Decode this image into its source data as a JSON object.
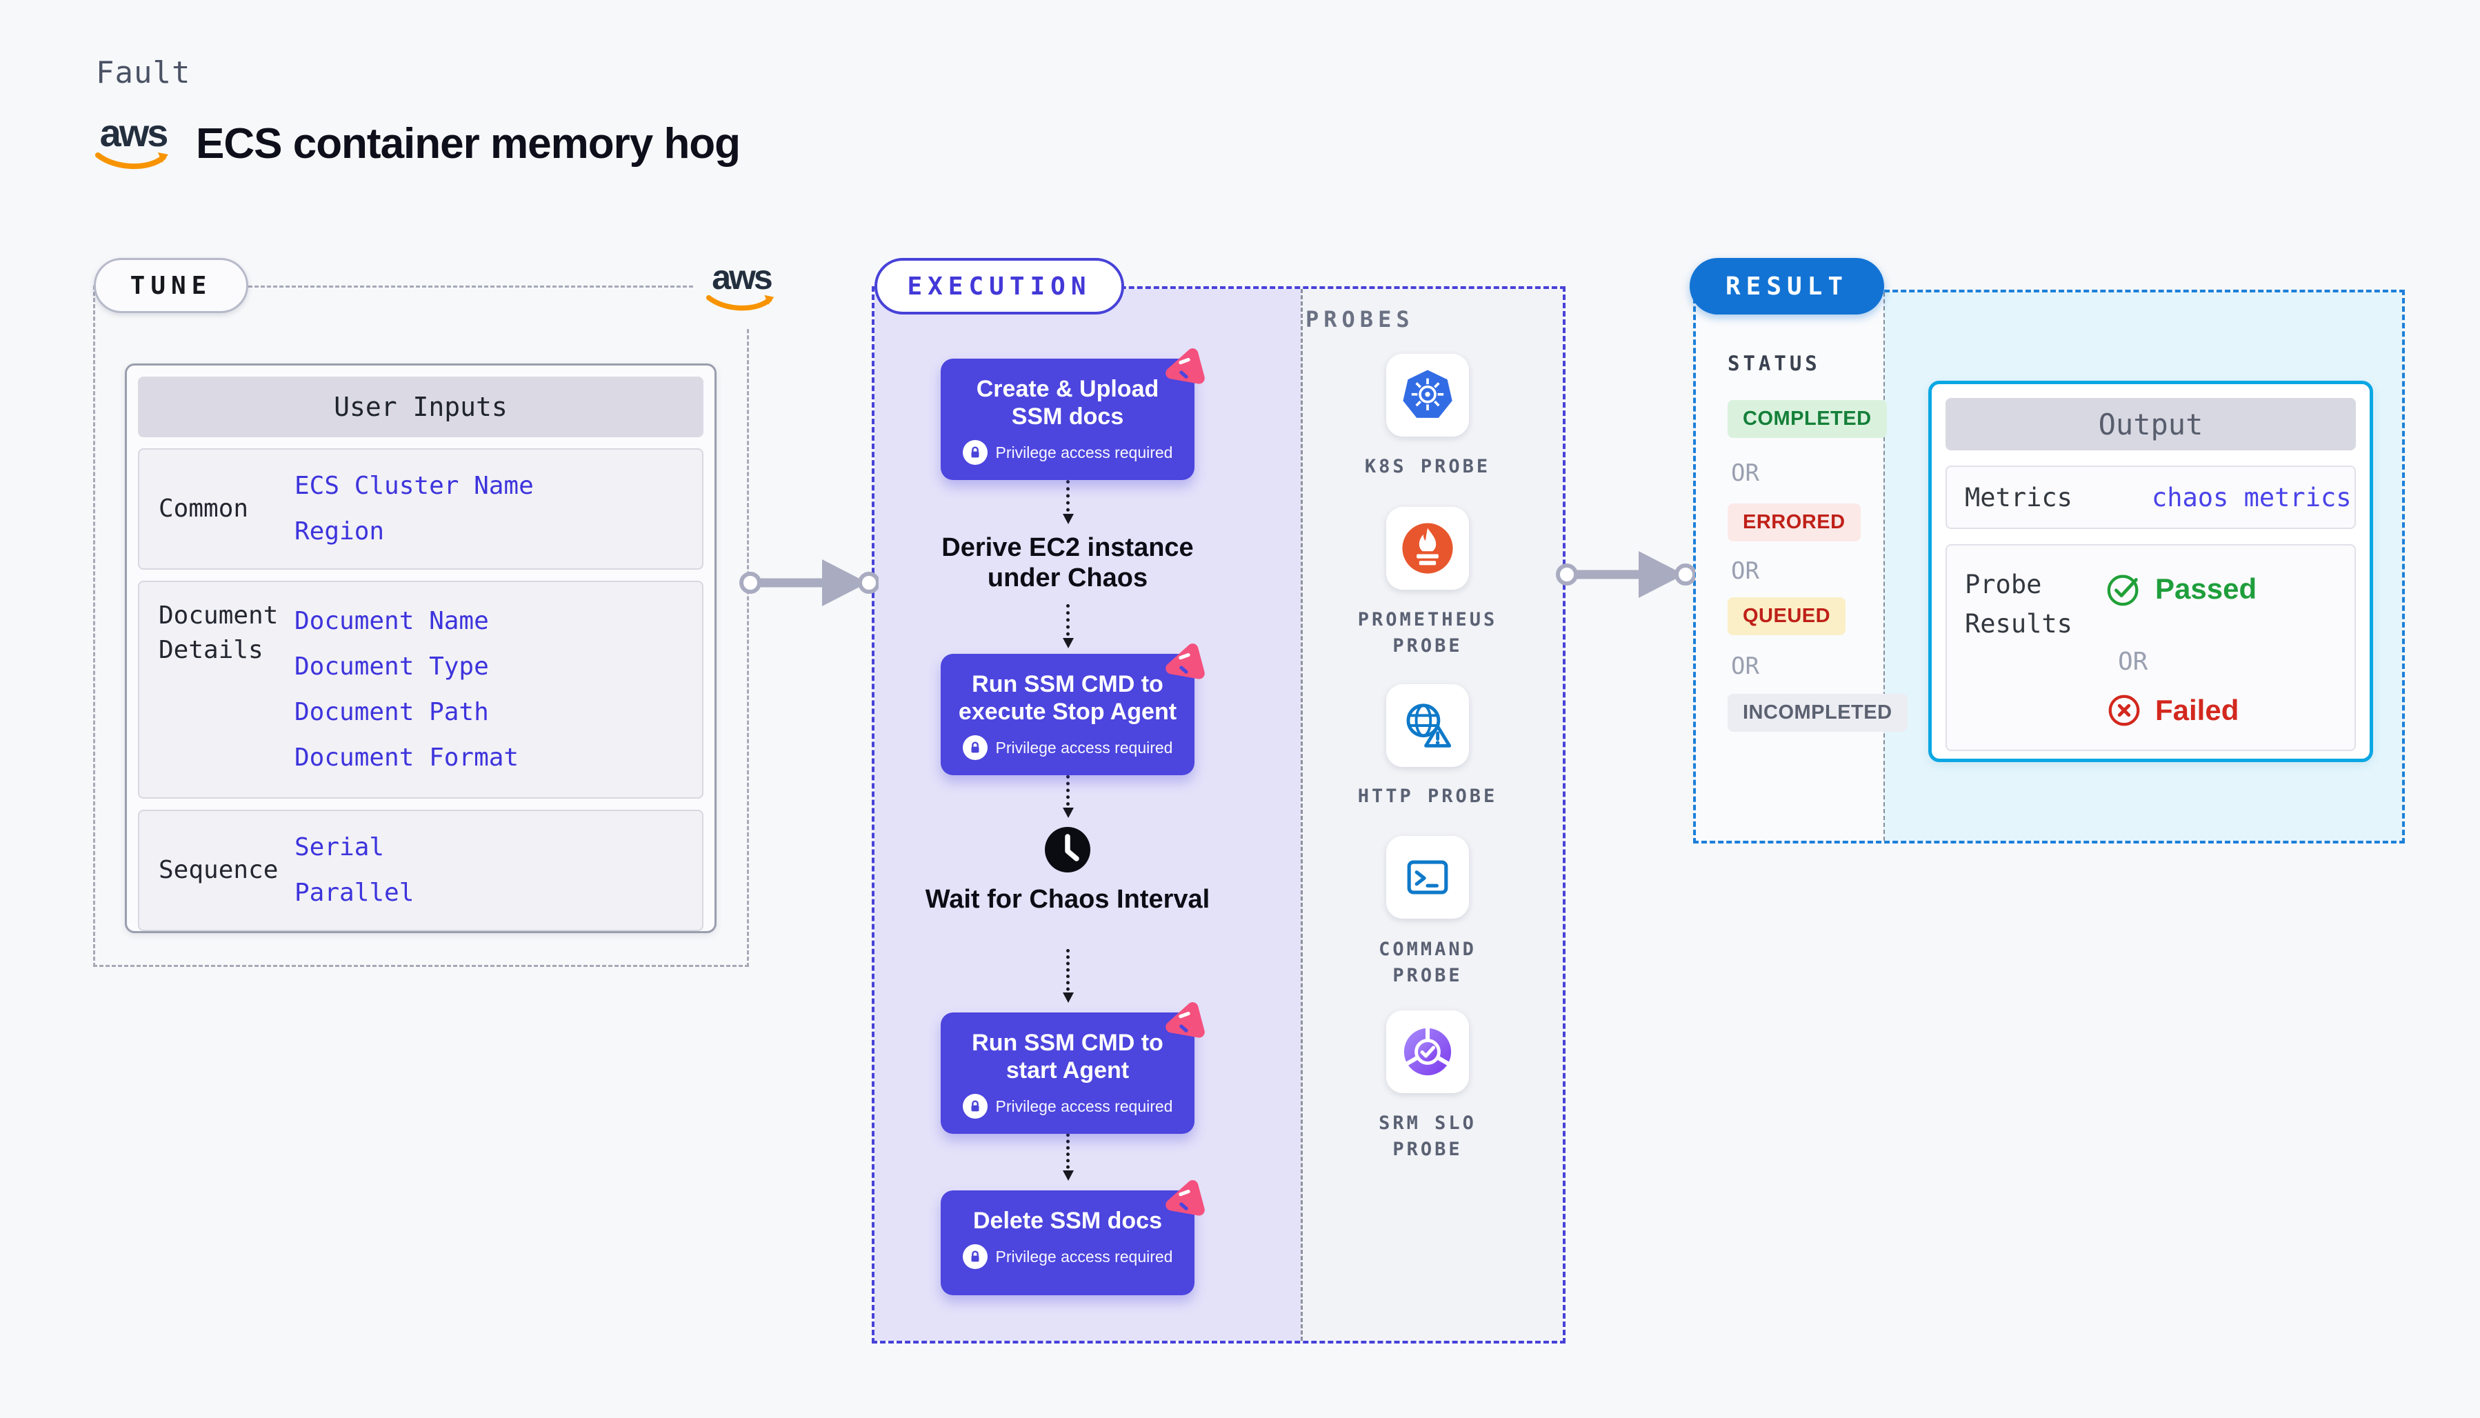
{
  "header": {
    "fault_label": "Fault",
    "title": "ECS container memory hog",
    "aws_logo_text": "aws"
  },
  "tune": {
    "pill_label": "TUNE",
    "aws_logo_text": "aws",
    "user_inputs": {
      "header": "User Inputs",
      "rows": [
        {
          "label": "Common",
          "values": [
            "ECS Cluster Name",
            "Region"
          ]
        },
        {
          "label": "Document Details",
          "values": [
            "Document Name",
            "Document Type",
            "Document Path",
            "Document Format"
          ]
        },
        {
          "label": "Sequence",
          "values": [
            "Serial",
            "Parallel"
          ]
        }
      ]
    }
  },
  "execution": {
    "pill_label": "EXECUTION",
    "steps": [
      {
        "type": "card",
        "title": "Create & Upload SSM docs",
        "note": "Privilege access required"
      },
      {
        "type": "text",
        "title": "Derive EC2 instance under Chaos"
      },
      {
        "type": "card",
        "title": "Run SSM CMD to execute Stop Agent",
        "note": "Privilege access required"
      },
      {
        "type": "wait",
        "title": "Wait for Chaos Interval"
      },
      {
        "type": "card",
        "title": "Run SSM CMD to start Agent",
        "note": "Privilege access required"
      },
      {
        "type": "card",
        "title": "Delete SSM docs",
        "note": "Privilege access required"
      }
    ],
    "probes_label": "PROBES",
    "probes": [
      {
        "name": "k8s-probe",
        "label_lines": [
          "K8S PROBE",
          ""
        ]
      },
      {
        "name": "prometheus-probe",
        "label_lines": [
          "PROMETHEUS",
          "PROBE"
        ]
      },
      {
        "name": "http-probe",
        "label_lines": [
          "HTTP PROBE",
          ""
        ]
      },
      {
        "name": "command-probe",
        "label_lines": [
          "COMMAND",
          "PROBE"
        ]
      },
      {
        "name": "srm-slo-probe",
        "label_lines": [
          "SRM SLO",
          "PROBE"
        ]
      }
    ]
  },
  "result": {
    "pill_label": "RESULT",
    "status_label": "STATUS",
    "or_label": "OR",
    "statuses": [
      {
        "label": "COMPLETED",
        "type": "completed"
      },
      {
        "label": "ERRORED",
        "type": "errored"
      },
      {
        "label": "QUEUED",
        "type": "queued"
      },
      {
        "label": "INCOMPLETED",
        "type": "incompleted"
      }
    ],
    "output": {
      "header": "Output",
      "metrics_label": "Metrics",
      "metrics_value": "chaos metrics",
      "probe_results_label": "Probe Results",
      "passed_label": "Passed",
      "or_label": "OR",
      "failed_label": "Failed"
    }
  },
  "colors": {
    "page_bg": "#F7F8FA",
    "accent_indigo": "#4C45DE",
    "execution_border": "#4742D8",
    "execution_panel": "#E4E2F9",
    "accent_pink": "#F4517E",
    "result_blue": "#1273D4",
    "result_panel_cyan": "#E4F5FC",
    "output_border_cyan": "#0AA7E3",
    "value_text_indigo": "#3D34DC",
    "passed_green": "#1F9E3C",
    "failed_red": "#D3281E",
    "completed_green": "#157F39",
    "errored_red": "#BF2018",
    "aws_orange": "#F79400",
    "k8s_blue": "#326CE5",
    "prometheus_orange": "#E8562D",
    "http_blue": "#0E79C9",
    "srm_purple": "#7C3AED"
  }
}
